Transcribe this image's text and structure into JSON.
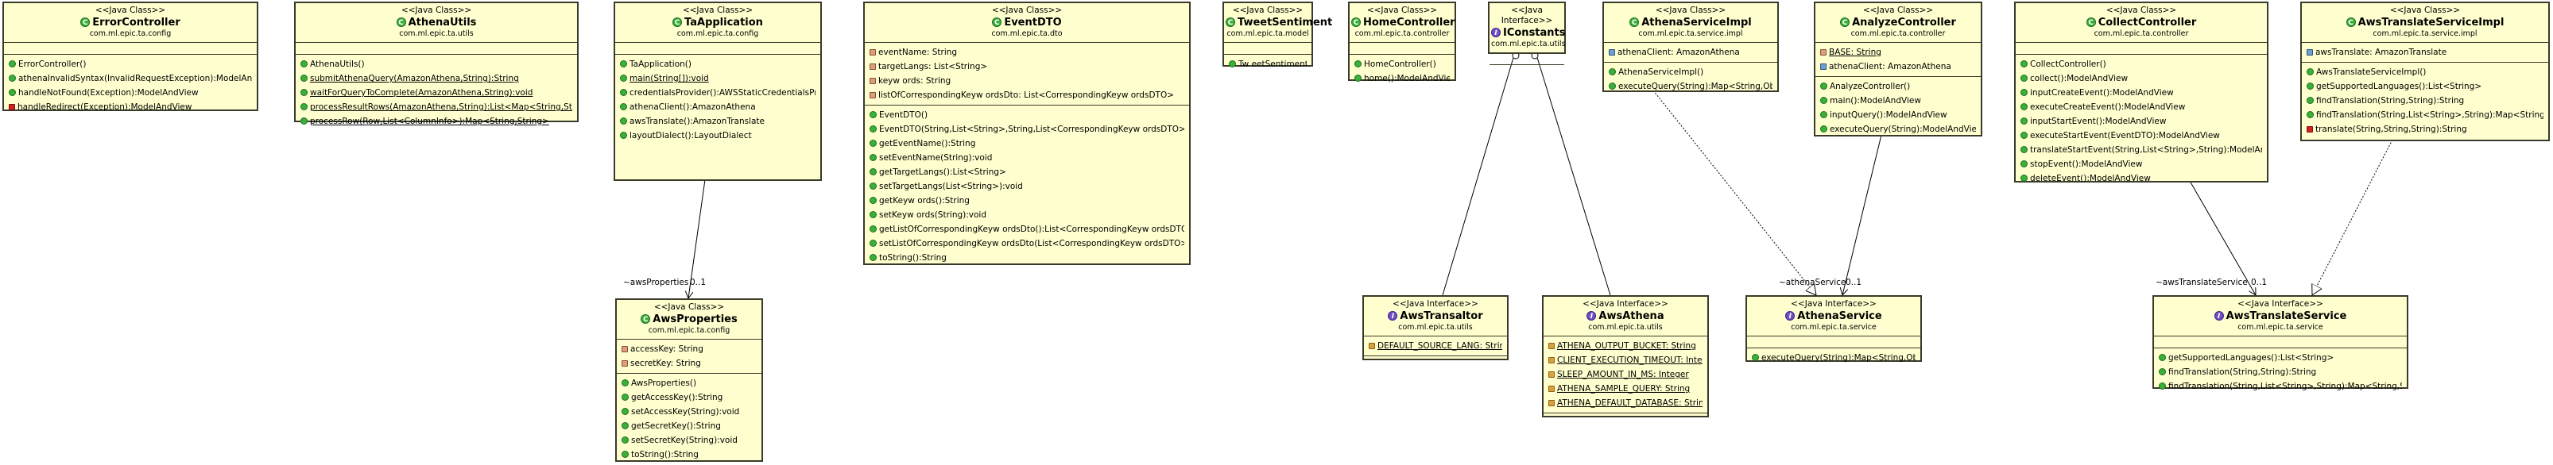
{
  "classes": {
    "error_controller": {
      "stereotype": "<<Java Class>>",
      "name": "ErrorController",
      "package": "com.ml.epic.ta.config",
      "fields": [],
      "methods": [
        {
          "vis": "ctor",
          "text": "ErrorController()"
        },
        {
          "vis": "pub",
          "text": "athenaInvalidSyntax(InvalidRequestException):ModelAndView"
        },
        {
          "vis": "pub",
          "text": "handleNotFound(Exception):ModelAndView"
        },
        {
          "vis": "priv",
          "text": "handleRedirect(Exception):ModelAndView"
        }
      ]
    },
    "athena_utils": {
      "stereotype": "<<Java Class>>",
      "name": "AthenaUtils",
      "package": "com.ml.epic.ta.utils",
      "fields": [],
      "methods": [
        {
          "vis": "ctor",
          "text": "AthenaUtils()"
        },
        {
          "vis": "pub",
          "text": "submitAthenaQuery(AmazonAthena,String):String",
          "u": true
        },
        {
          "vis": "pub",
          "text": "waitForQueryToComplete(AmazonAthena,String):void",
          "u": true
        },
        {
          "vis": "pub",
          "text": "processResultRows(AmazonAthena,String):List<Map<String,String>>",
          "u": true
        },
        {
          "vis": "pub",
          "text": "processRow(Row,List<ColumnInfo>):Map<String,String>",
          "u": true
        }
      ]
    },
    "ta_application": {
      "stereotype": "<<Java Class>>",
      "name": "TaApplication",
      "package": "com.ml.epic.ta.config",
      "fields": [],
      "methods": [
        {
          "vis": "ctor",
          "text": "TaApplication()"
        },
        {
          "vis": "pub",
          "text": "main(String[]):void",
          "u": true
        },
        {
          "vis": "pub",
          "text": "credentialsProvider():AWSStaticCredentialsProvider"
        },
        {
          "vis": "pub",
          "text": "athenaClient():AmazonAthena"
        },
        {
          "vis": "pub",
          "text": "awsTranslate():AmazonTranslate"
        },
        {
          "vis": "pub",
          "text": "layoutDialect():LayoutDialect"
        }
      ]
    },
    "event_dto": {
      "stereotype": "<<Java Class>>",
      "name": "EventDTO",
      "package": "com.ml.epic.ta.dto",
      "fields": [
        {
          "vis": "fpriv",
          "text": "eventName: String"
        },
        {
          "vis": "fpriv",
          "text": "targetLangs: List<String>"
        },
        {
          "vis": "fpriv",
          "text": "keyw ords: String"
        },
        {
          "vis": "fpriv",
          "text": "listOfCorrespondingKeyw ordsDto: List<CorrespondingKeyw ordsDTO>"
        }
      ],
      "methods": [
        {
          "vis": "ctor",
          "text": "EventDTO()"
        },
        {
          "vis": "ctor",
          "text": "EventDTO(String,List<String>,String,List<CorrespondingKeyw ordsDTO>)"
        },
        {
          "vis": "pub",
          "text": "getEventName():String"
        },
        {
          "vis": "pub",
          "text": "setEventName(String):void"
        },
        {
          "vis": "pub",
          "text": "getTargetLangs():List<String>"
        },
        {
          "vis": "pub",
          "text": "setTargetLangs(List<String>):void"
        },
        {
          "vis": "pub",
          "text": "getKeyw ords():String"
        },
        {
          "vis": "pub",
          "text": "setKeyw ords(String):void"
        },
        {
          "vis": "pub",
          "text": "getListOfCorrespondingKeyw ordsDto():List<CorrespondingKeyw ordsDTO>"
        },
        {
          "vis": "pub",
          "text": "setListOfCorrespondingKeyw ordsDto(List<CorrespondingKeyw ordsDTO>):void"
        },
        {
          "vis": "pub",
          "text": "toString():String"
        }
      ]
    },
    "tweet_sentiment": {
      "stereotype": "<<Java Class>>",
      "name": "TweetSentiment",
      "package": "com.ml.epic.ta.model",
      "fields": [],
      "methods": [
        {
          "vis": "ctor",
          "text": "Tw eetSentiment()"
        }
      ]
    },
    "home_controller": {
      "stereotype": "<<Java Class>>",
      "name": "HomeController",
      "package": "com.ml.epic.ta.controller",
      "fields": [],
      "methods": [
        {
          "vis": "ctor",
          "text": "HomeController()"
        },
        {
          "vis": "pub",
          "text": "home():ModelAndView"
        }
      ]
    },
    "iconstants": {
      "stereotype": "<<Java Interface>>",
      "name": "IConstants",
      "package": "com.ml.epic.ta.utils",
      "fields": [],
      "methods": []
    },
    "athena_service_impl": {
      "stereotype": "<<Java Class>>",
      "name": "AthenaServiceImpl",
      "package": "com.ml.epic.ta.service.impl",
      "fields": [
        {
          "vis": "fpkg",
          "text": "athenaClient: AmazonAthena"
        }
      ],
      "methods": [
        {
          "vis": "ctor",
          "text": "AthenaServiceImpl()"
        },
        {
          "vis": "pub",
          "text": "executeQuery(String):Map<String,Object>"
        }
      ]
    },
    "analyze_controller": {
      "stereotype": "<<Java Class>>",
      "name": "AnalyzeController",
      "package": "com.ml.epic.ta.controller",
      "fields": [
        {
          "vis": "sfield",
          "text": "BASE: String",
          "u": true
        },
        {
          "vis": "fpkg",
          "text": "athenaClient: AmazonAthena"
        }
      ],
      "methods": [
        {
          "vis": "ctor",
          "text": "AnalyzeController()"
        },
        {
          "vis": "pub",
          "text": "main():ModelAndView"
        },
        {
          "vis": "pub",
          "text": "inputQuery():ModelAndView"
        },
        {
          "vis": "pub",
          "text": "executeQuery(String):ModelAndView"
        }
      ]
    },
    "collect_controller": {
      "stereotype": "<<Java Class>>",
      "name": "CollectController",
      "package": "com.ml.epic.ta.controller",
      "fields": [],
      "methods": [
        {
          "vis": "ctor",
          "text": "CollectController()"
        },
        {
          "vis": "pub",
          "text": "collect():ModelAndView"
        },
        {
          "vis": "pub",
          "text": "inputCreateEvent():ModelAndView"
        },
        {
          "vis": "pub",
          "text": "executeCreateEvent():ModelAndView"
        },
        {
          "vis": "pub",
          "text": "inputStartEvent():ModelAndView"
        },
        {
          "vis": "pub",
          "text": "executeStartEvent(EventDTO):ModelAndView"
        },
        {
          "vis": "pub",
          "text": "translateStartEvent(String,List<String>,String):ModelAndView"
        },
        {
          "vis": "pub",
          "text": "stopEvent():ModelAndView"
        },
        {
          "vis": "pub",
          "text": "deleteEvent():ModelAndView"
        }
      ]
    },
    "aws_translate_service_impl": {
      "stereotype": "<<Java Class>>",
      "name": "AwsTranslateServiceImpl",
      "package": "com.ml.epic.ta.service.impl",
      "fields": [
        {
          "vis": "fpkg",
          "text": "awsTranslate: AmazonTranslate"
        }
      ],
      "methods": [
        {
          "vis": "ctor",
          "text": "AwsTranslateServiceImpl()"
        },
        {
          "vis": "pub",
          "text": "getSupportedLanguages():List<String>"
        },
        {
          "vis": "pub",
          "text": "findTranslation(String,String):String"
        },
        {
          "vis": "pub",
          "text": "findTranslation(String,List<String>,String):Map<String,String>"
        },
        {
          "vis": "priv",
          "text": "translate(String,String,String):String"
        }
      ]
    },
    "aws_properties": {
      "stereotype": "<<Java Class>>",
      "name": "AwsProperties",
      "package": "com.ml.epic.ta.config",
      "fields": [
        {
          "vis": "fpriv",
          "text": "accessKey: String"
        },
        {
          "vis": "fpriv",
          "text": "secretKey: String"
        }
      ],
      "methods": [
        {
          "vis": "ctor",
          "text": "AwsProperties()"
        },
        {
          "vis": "pub",
          "text": "getAccessKey():String"
        },
        {
          "vis": "pub",
          "text": "setAccessKey(String):void"
        },
        {
          "vis": "pub",
          "text": "getSecretKey():String"
        },
        {
          "vis": "pub",
          "text": "setSecretKey(String):void"
        },
        {
          "vis": "pub",
          "text": "toString():String"
        }
      ]
    },
    "aws_transaltor": {
      "stereotype": "<<Java Interface>>",
      "name": "AwsTransaltor",
      "package": "com.ml.epic.ta.utils",
      "fields": [
        {
          "vis": "const",
          "text": "DEFAULT_SOURCE_LANG: String",
          "u": true
        }
      ],
      "methods": []
    },
    "aws_athena": {
      "stereotype": "<<Java Interface>>",
      "name": "AwsAthena",
      "package": "com.ml.epic.ta.utils",
      "fields": [
        {
          "vis": "const",
          "text": "ATHENA_OUTPUT_BUCKET: String",
          "u": true
        },
        {
          "vis": "const",
          "text": "CLIENT_EXECUTION_TIMEOUT: Integer",
          "u": true
        },
        {
          "vis": "const",
          "text": "SLEEP_AMOUNT_IN_MS: Integer",
          "u": true
        },
        {
          "vis": "const",
          "text": "ATHENA_SAMPLE_QUERY: String",
          "u": true
        },
        {
          "vis": "const",
          "text": "ATHENA_DEFAULT_DATABASE: String",
          "u": true
        }
      ],
      "methods": []
    },
    "athena_service": {
      "stereotype": "<<Java Interface>>",
      "name": "AthenaService",
      "package": "com.ml.epic.ta.service",
      "fields": [],
      "methods": [
        {
          "vis": "pub",
          "text": "executeQuery(String):Map<String,Object>"
        }
      ]
    },
    "aws_translate_service": {
      "stereotype": "<<Java Interface>>",
      "name": "AwsTranslateService",
      "package": "com.ml.epic.ta.service",
      "fields": [],
      "methods": [
        {
          "vis": "pub",
          "text": "getSupportedLanguages():List<String>"
        },
        {
          "vis": "pub",
          "text": "findTranslation(String,String):String"
        },
        {
          "vis": "pub",
          "text": "findTranslation(String,List<String>,String):Map<String,String>"
        }
      ]
    }
  },
  "connector_labels": {
    "aws_properties_role": "~awsProperties",
    "aws_properties_mult": "0..1",
    "athena_service_role": "~athenaService",
    "athena_service_mult": "0..1",
    "aws_translate_role": "~awsTranslateService",
    "aws_translate_mult": "0..1"
  }
}
